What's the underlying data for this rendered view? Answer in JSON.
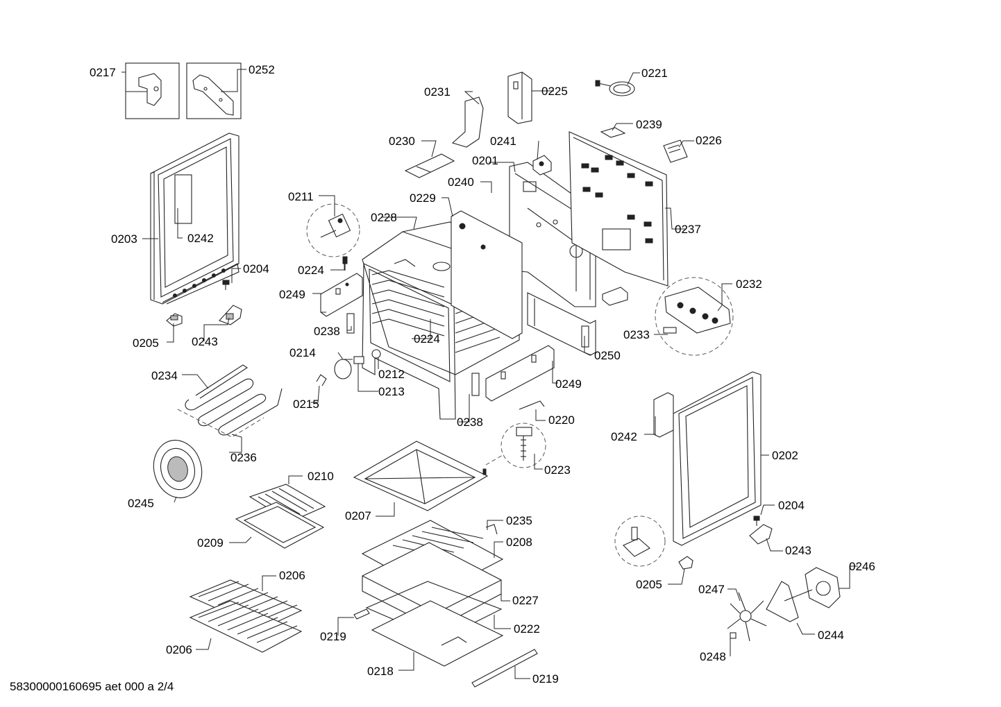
{
  "document": {
    "footer_text": "58300000160695 aet 000 a 2/4"
  },
  "labels": {
    "p0201": "0201",
    "p0202": "0202",
    "p0203": "0203",
    "p0204a": "0204",
    "p0204b": "0204",
    "p0205a": "0205",
    "p0205b": "0205",
    "p0206a": "0206",
    "p0206b": "0206",
    "p0207": "0207",
    "p0208": "0208",
    "p0209": "0209",
    "p0210": "0210",
    "p0211": "0211",
    "p0212": "0212",
    "p0213": "0213",
    "p0214": "0214",
    "p0215": "0215",
    "p0217": "0217",
    "p0218": "0218",
    "p0219a": "0219",
    "p0219b": "0219",
    "p0220": "0220",
    "p0221": "0221",
    "p0222": "0222",
    "p0223": "0223",
    "p0224a": "0224",
    "p0224b": "0224",
    "p0225": "0225",
    "p0226": "0226",
    "p0227": "0227",
    "p0228": "0228",
    "p0229": "0229",
    "p0230": "0230",
    "p0231": "0231",
    "p0232": "0232",
    "p0233": "0233",
    "p0234": "0234",
    "p0235": "0235",
    "p0236": "0236",
    "p0237": "0237",
    "p0238a": "0238",
    "p0238b": "0238",
    "p0239": "0239",
    "p0240": "0240",
    "p0241": "0241",
    "p0242a": "0242",
    "p0242b": "0242",
    "p0243a": "0243",
    "p0243b": "0243",
    "p0244": "0244",
    "p0245": "0245",
    "p0246": "0246",
    "p0247": "0247",
    "p0248": "0248",
    "p0249a": "0249",
    "p0249b": "0249",
    "p0250": "0250",
    "p0252": "0252"
  }
}
